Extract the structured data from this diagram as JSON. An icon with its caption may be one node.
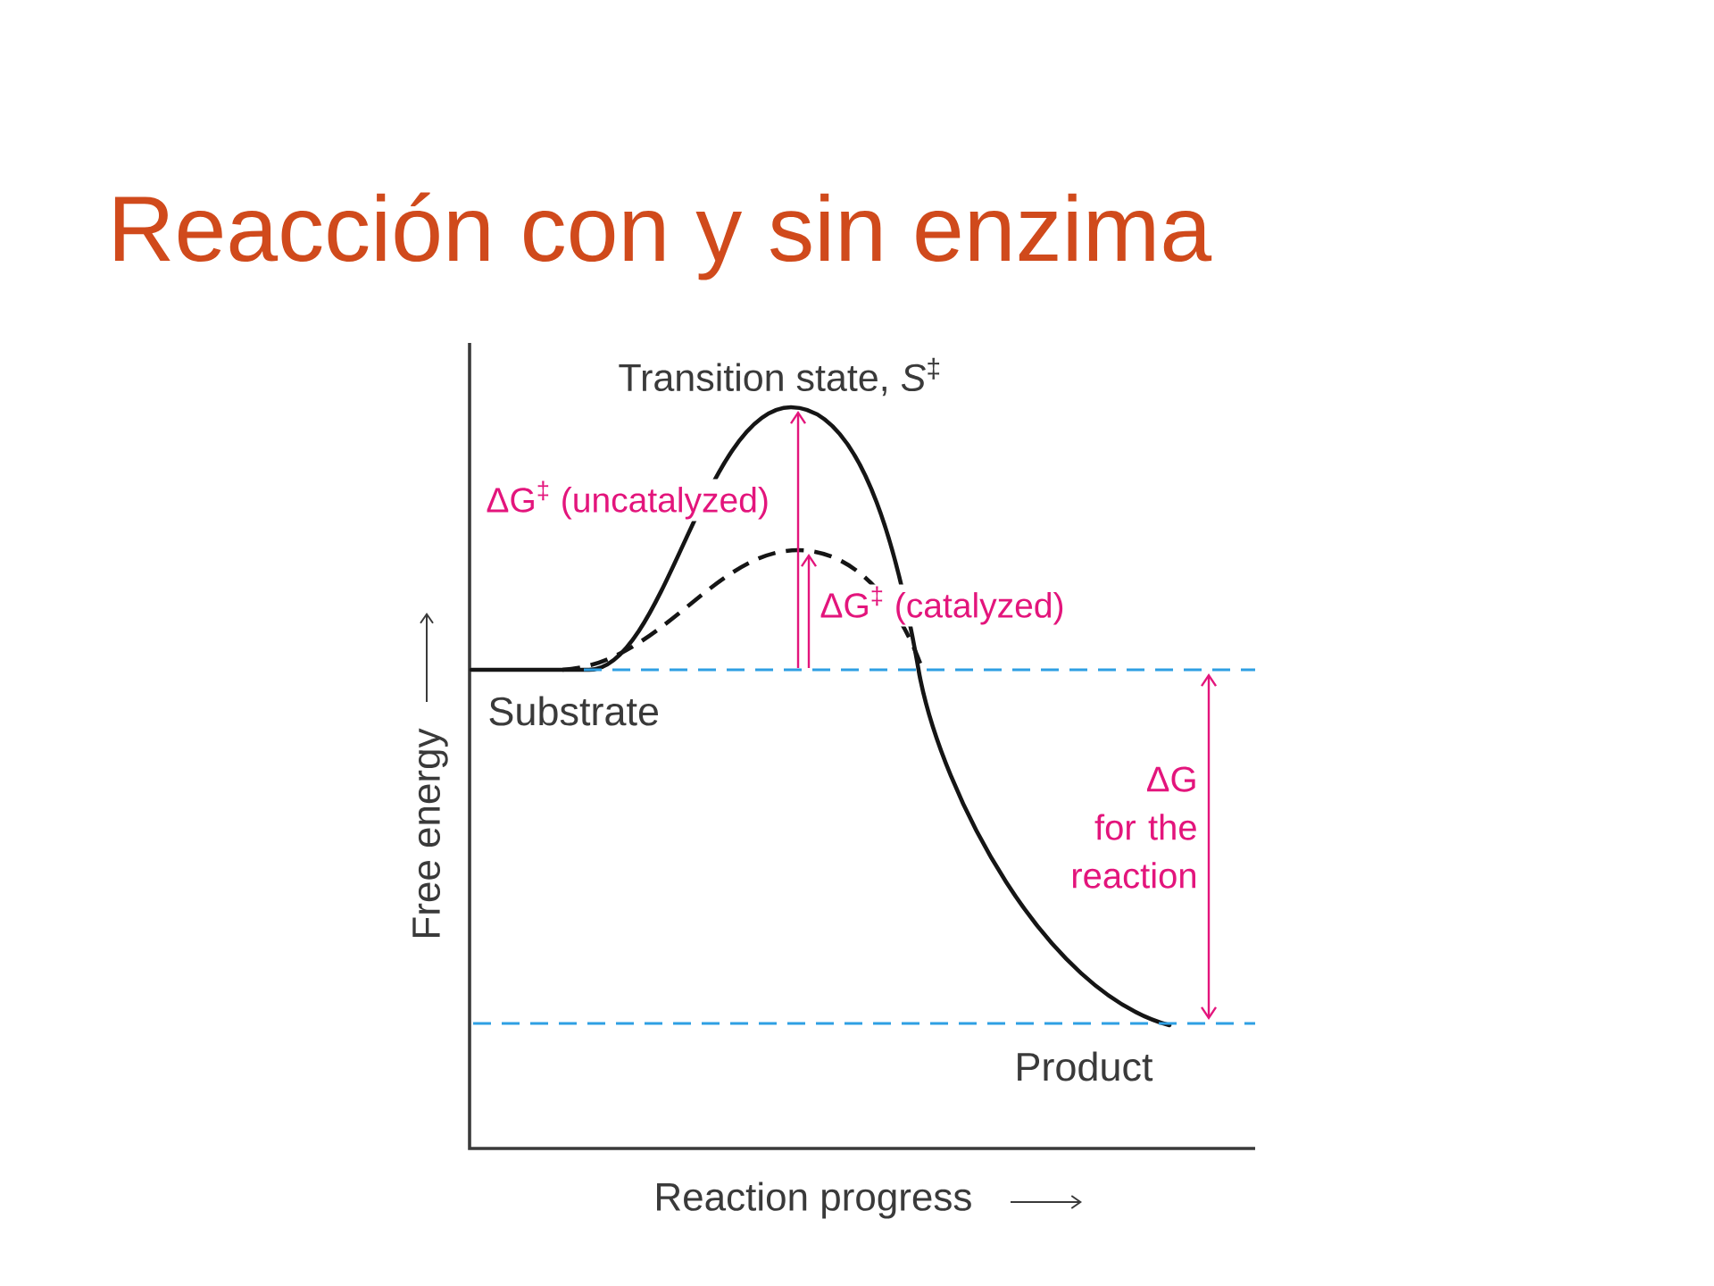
{
  "diagram": {
    "title": "Reacción con y sin enzima",
    "labels": [
      "Transition state, *S*$^{‡}$",
      "ΔG$^{‡}$ (uncatalyzed)",
      "ΔG$^{‡}$ (catalyzed)",
      "Substrate",
      "ΔG for the reaction",
      "Product",
      "Free energy",
      "Reaction progress"
    ]
  }
}
